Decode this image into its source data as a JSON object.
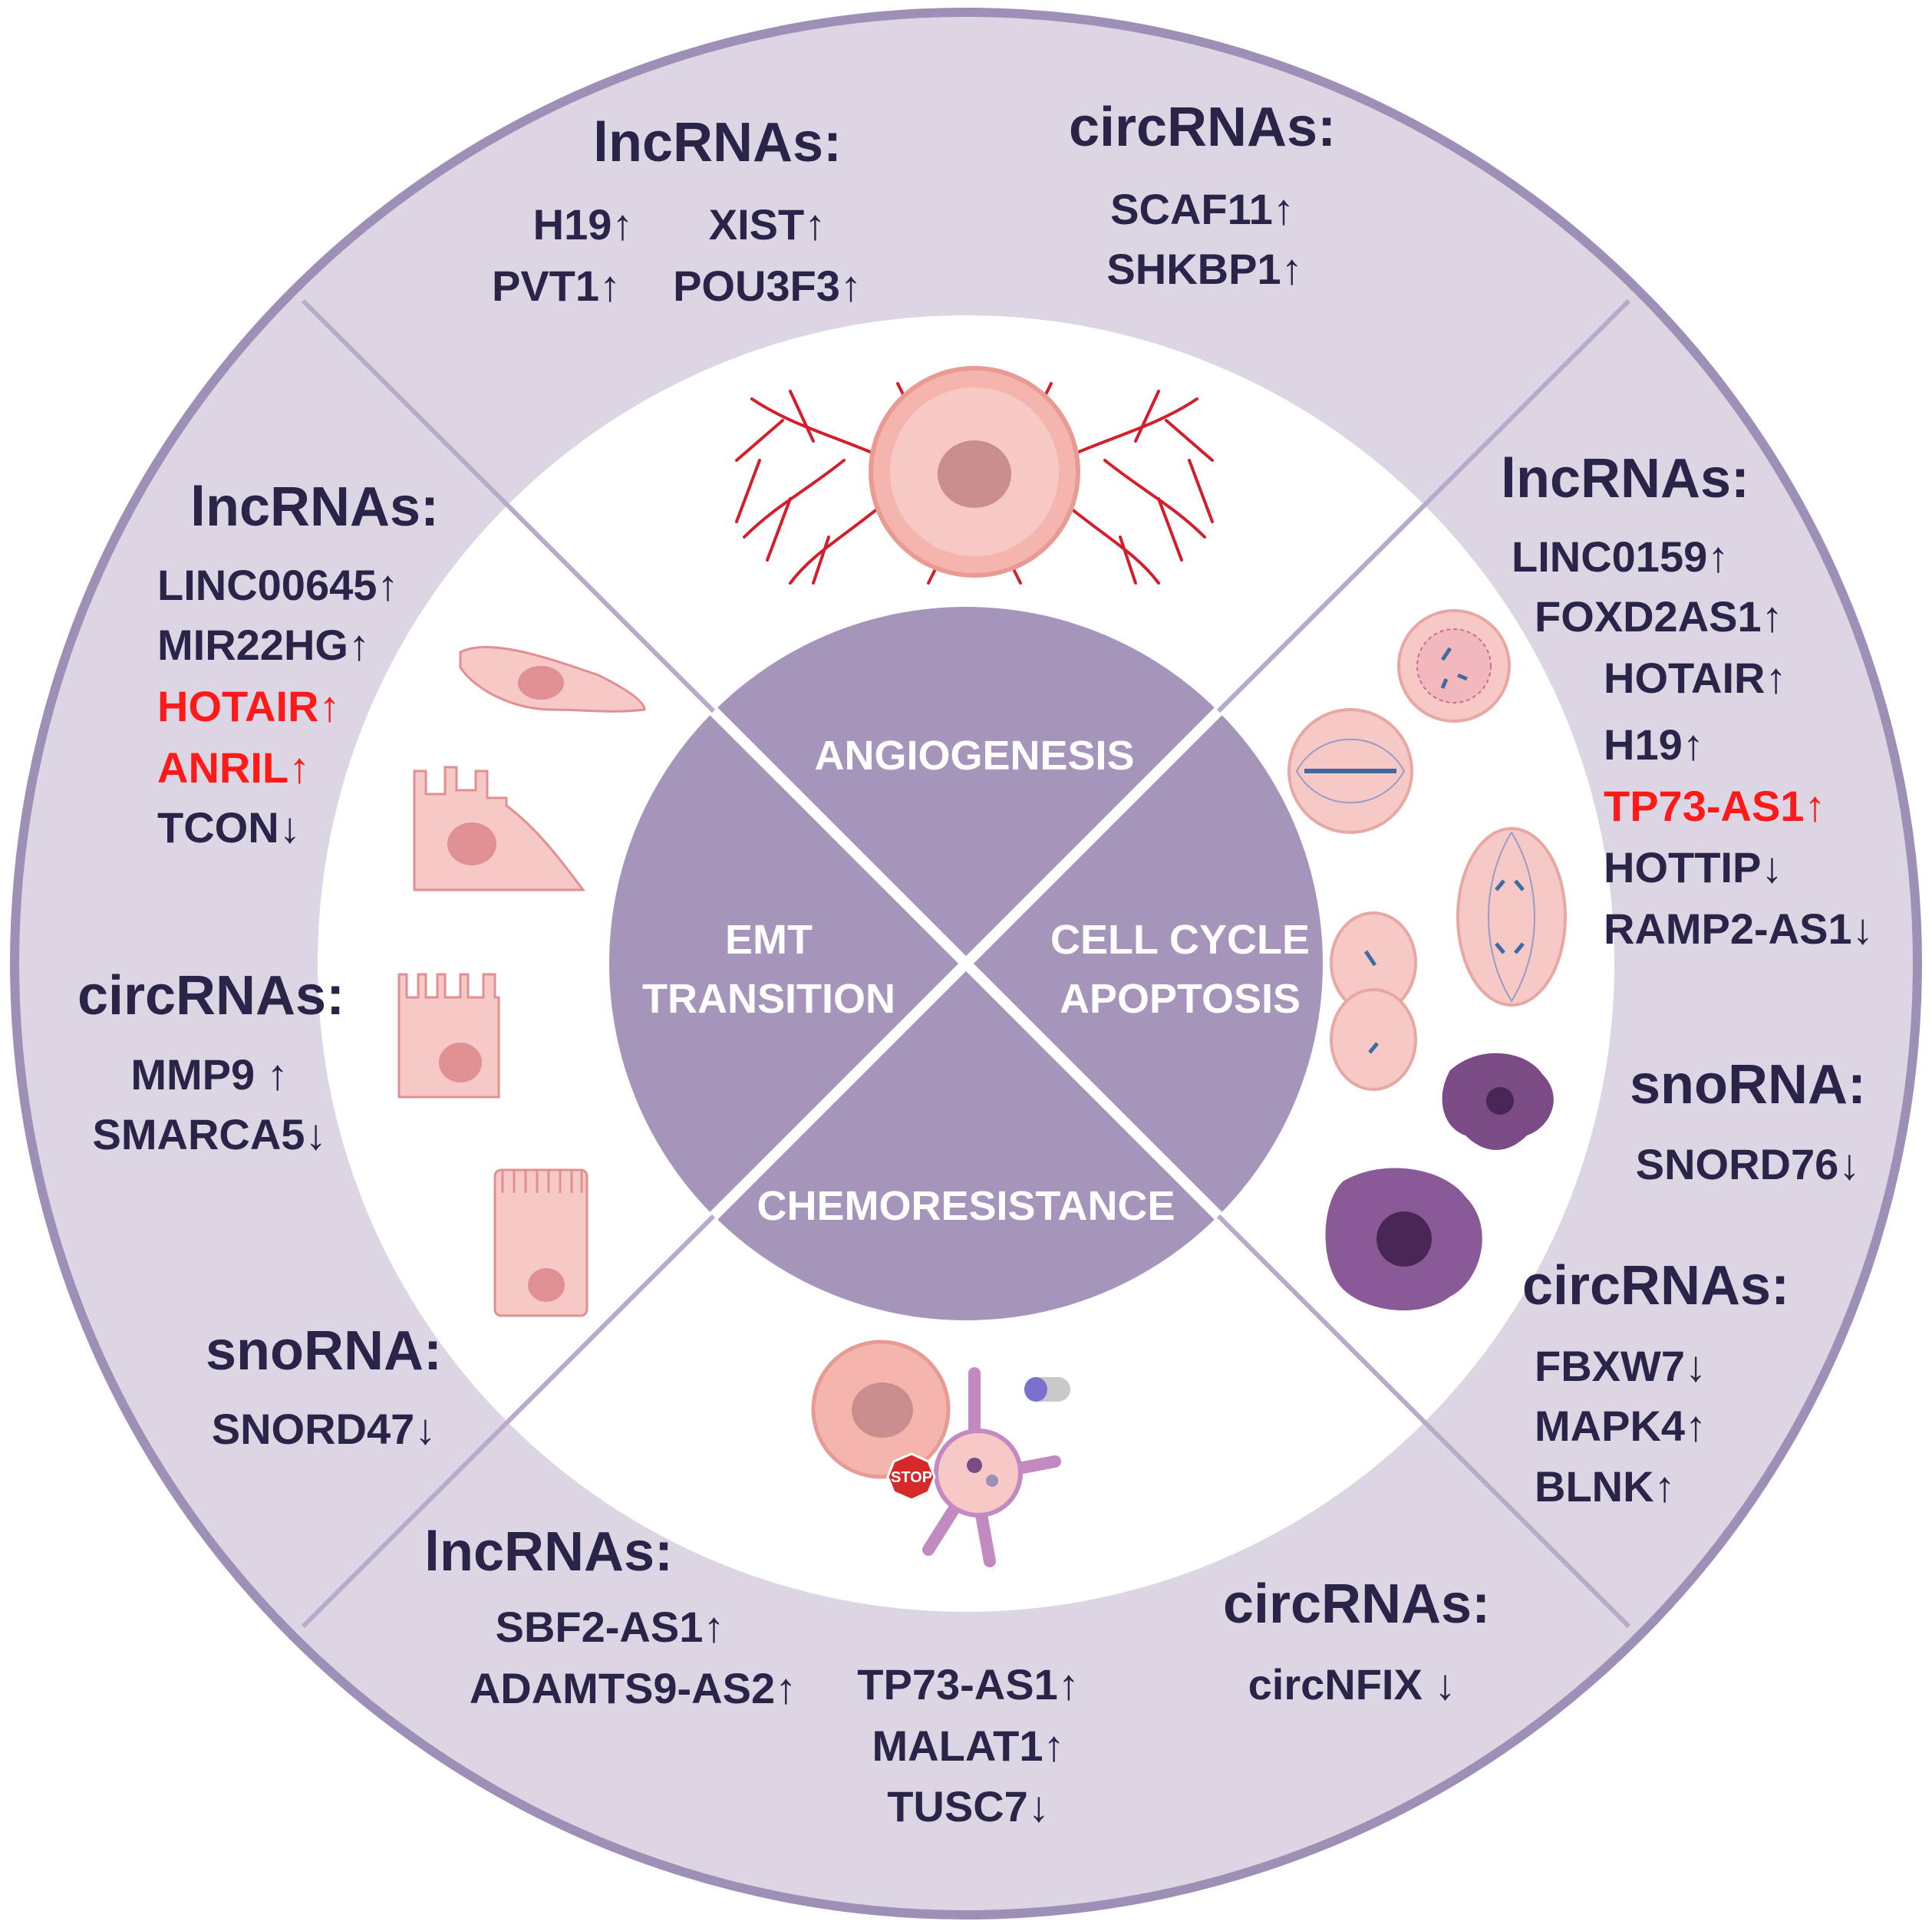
{
  "colors": {
    "ring_fill": "#dcd6e4",
    "ring_border": "#9d8fb6",
    "inner_disc": "#ffffff",
    "center_disc": "#a595ba",
    "divider": "#ffffff",
    "gene_text": "#2a2448",
    "highlight_red": "#ff1a1a",
    "cell_pink": "#f6c9c6",
    "nucleus_pink": "#e08f93",
    "vessel_red": "#d21f2b",
    "apoptotic_purple": "#7b4b86"
  },
  "center": {
    "angiogenesis": "ANGIOGENESIS",
    "emt_line1": "EMT",
    "emt_line2": "TRANSITION",
    "cellcycle_line1": "CELL CYCLE",
    "cellcycle_line2": "APOPTOSIS",
    "chemoresistance": "CHEMORESISTANCE"
  },
  "top": {
    "lnc_header": "lncRNAs:",
    "lnc": [
      "H19↑",
      "XIST↑",
      "PVT1↑",
      "POU3F3↑"
    ],
    "circ_header": "circRNAs:",
    "circ": [
      "SCAF11↑",
      "SHKBP1↑"
    ]
  },
  "left": {
    "lnc_header": "lncRNAs:",
    "lnc": [
      "LINC00645↑",
      "MIR22HG↑",
      "HOTAIR↑",
      "ANRIL↑",
      "TCON↓"
    ],
    "circ_header": "circRNAs:",
    "circ": [
      "MMP9 ↑",
      "SMARCA5↓"
    ],
    "sno_header": "snoRNA:",
    "sno": [
      "SNORD47↓"
    ]
  },
  "right": {
    "lnc_header": "lncRNAs:",
    "lnc": [
      "LINC0159↑",
      "FOXD2AS1↑",
      "HOTAIR↑",
      "H19↑",
      "TP73-AS1↑",
      "HOTTIP↓",
      "RAMP2-AS1↓"
    ],
    "sno_header": "snoRNA:",
    "sno": [
      "SNORD76↓"
    ],
    "circ_header": "circRNAs:",
    "circ": [
      "FBXW7↓",
      "MAPK4↑",
      "BLNK↑"
    ]
  },
  "bottom": {
    "lnc_header": "lncRNAs:",
    "lnc": [
      "SBF2-AS1↑",
      "ADAMTS9-AS2↑",
      "TP73-AS1↑",
      "MALAT1↑",
      "TUSC7↓"
    ],
    "circ_header": "circRNAs:",
    "circ": [
      "circNFIX ↓"
    ]
  },
  "illustrations": {
    "stop_sign": "STOP"
  }
}
